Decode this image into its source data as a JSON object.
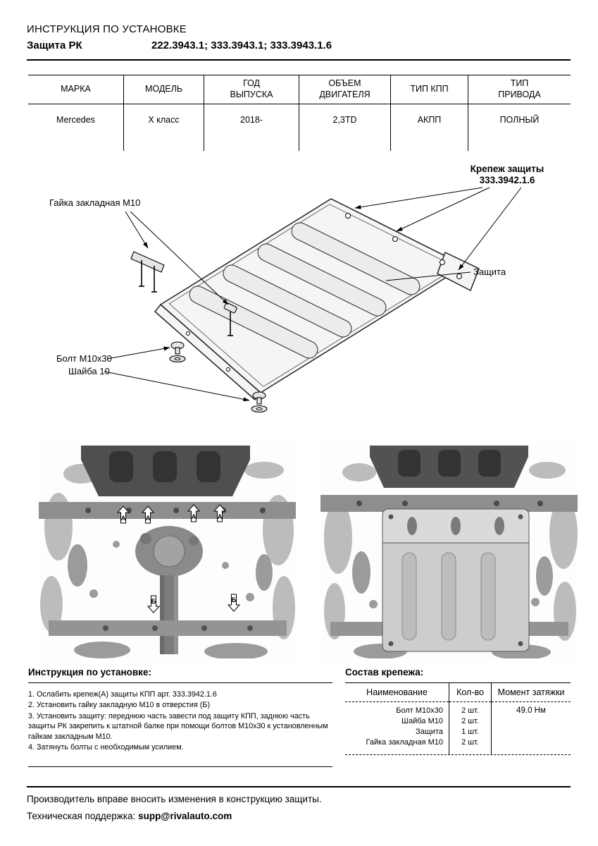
{
  "page": {
    "title": "ИНСТРУКЦИЯ ПО УСТАНОВКЕ",
    "product": "Защита РК",
    "articles": "222.3943.1; 333.3943.1; 333.3943.1.6"
  },
  "spec_table": {
    "headers": [
      "МАРКА",
      "МОДЕЛЬ",
      "ГОД\nВЫПУСКА",
      "ОБЪЕМ\nДВИГАТЕЛЯ",
      "ТИП КПП",
      "ТИП\nПРИВОДА"
    ],
    "row": [
      "Mercedes",
      "X класс",
      "2018-",
      "2,3TD",
      "АКПП",
      "ПОЛНЫЙ"
    ]
  },
  "diagram": {
    "fastener_label_line1": "Крепеж защиты",
    "fastener_label_line2": "333.3942.1.6",
    "nut_label": "Гайка закладная М10",
    "shield_label": "Защита",
    "bolt_label": "Болт М10х30",
    "washer_label": "Шайба 10"
  },
  "photos": {
    "markers": {
      "a": "А",
      "b": "Б"
    }
  },
  "instructions": {
    "heading": "Инструкция по установке:",
    "steps": [
      "1. Ослабить крепеж(А) защиты КПП арт. 333.3942.1.6",
      "2. Установить гайку закладную М10 в отверстия (Б)",
      "3. Установить защиту: переднюю часть завести под защиту КПП, заднюю часть защиты РК закрепить к штатной балке при помощи болтов М10х30 к установленным гайкам закладным М10.",
      "4. Затянуть болты с необходимым усилием."
    ]
  },
  "hardware": {
    "heading": "Состав крепежа:",
    "columns": [
      "Наименование",
      "Кол-во",
      "Момент затяжки"
    ],
    "rows": [
      {
        "name": "Болт М10х30",
        "qty": "2 шт."
      },
      {
        "name": "Шайба М10",
        "qty": "2 шт."
      },
      {
        "name": "Защита",
        "qty": "1 шт."
      },
      {
        "name": "Гайка закладная М10",
        "qty": "2 шт."
      }
    ],
    "torque": "49.0 Нм"
  },
  "footer": {
    "note": "Производитель вправе вносить изменения в конструкцию защиты.",
    "support_label": "Техническая поддержка:",
    "support_email": "supp@rivalauto.com"
  }
}
